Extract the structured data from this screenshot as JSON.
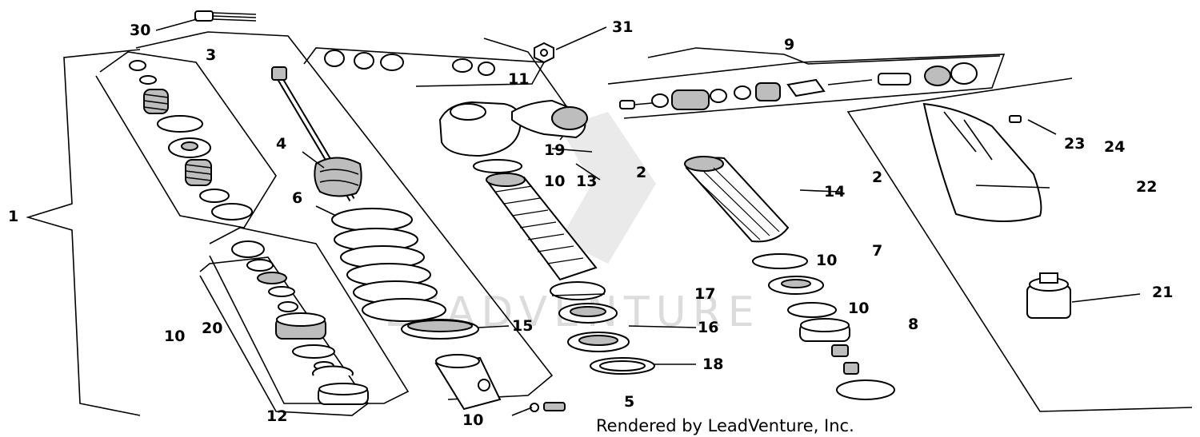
{
  "diagram": {
    "callouts": {
      "c1": "1",
      "c2a": "2",
      "c2b": "2",
      "c3": "3",
      "c4": "4",
      "c5": "5",
      "c6": "6",
      "c7": "7",
      "c8": "8",
      "c9": "9",
      "c10a": "10",
      "c10b": "10",
      "c10c": "10",
      "c10d": "10",
      "c10e": "10",
      "c11": "11",
      "c12": "12",
      "c13": "13",
      "c14": "14",
      "c15": "15",
      "c16": "16",
      "c17": "17",
      "c18": "18",
      "c19": "19",
      "c20": "20",
      "c21": "21",
      "c22": "22",
      "c23": "23",
      "c24": "24",
      "c30": "30",
      "c31": "31"
    },
    "watermark": "LEADVENTURE",
    "credit": "Rendered by LeadVenture, Inc."
  }
}
